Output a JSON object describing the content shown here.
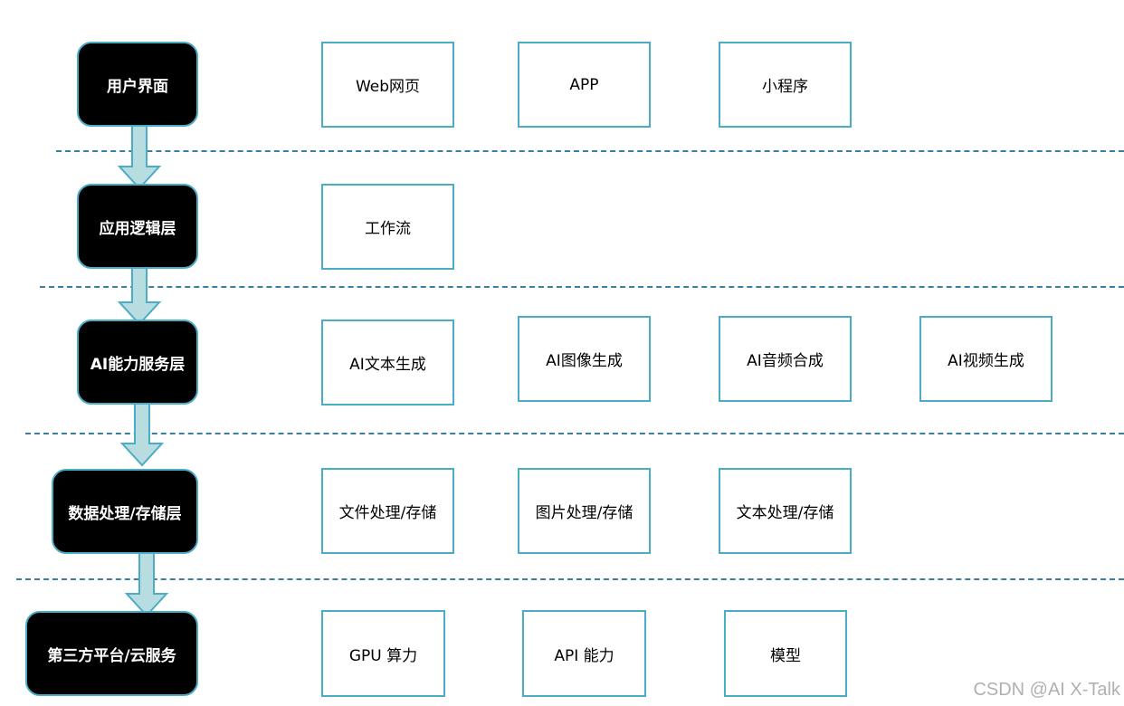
{
  "layers": [
    {
      "label": "用户界面",
      "items": [
        "Web网页",
        "APP",
        "小程序"
      ]
    },
    {
      "label": "应用逻辑层",
      "items": [
        "工作流"
      ]
    },
    {
      "label": "AI能力服务层",
      "items": [
        "AI文本生成",
        "AI图像生成",
        "AI音频合成",
        "AI视频生成"
      ]
    },
    {
      "label": "数据处理/存储层",
      "items": [
        "文件处理/存储",
        "图片处理/存储",
        "文本处理/存储"
      ]
    },
    {
      "label": "第三方平台/云服务",
      "items": [
        "GPU 算力",
        "API 能力",
        "模型"
      ]
    }
  ],
  "watermark": "CSDN @AI X-Talk",
  "colors": {
    "layer_fill": "#000000",
    "border": "#4bacc6",
    "arrow_fill": "#b7dde0",
    "divider": "#3a7ea0"
  }
}
